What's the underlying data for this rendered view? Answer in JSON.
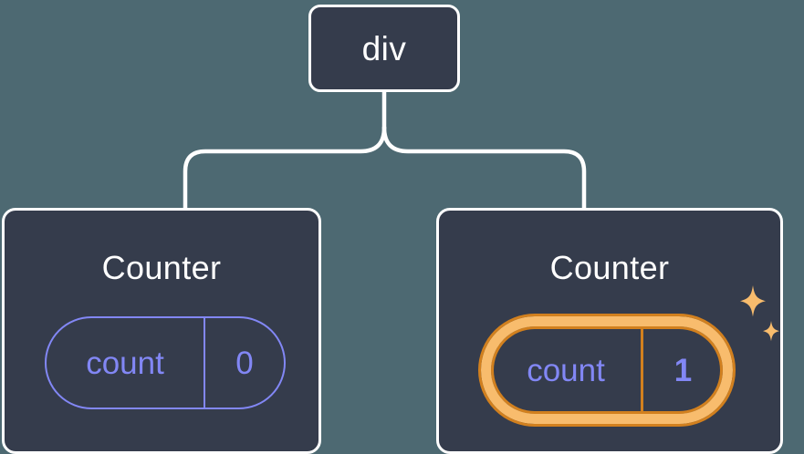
{
  "diagram": {
    "title": "react-component-tree-state-update",
    "background_color": "#4d6972",
    "node_fill_color": "#353c4c",
    "node_border_color": "#ffffff",
    "accent_state_color": "#8287f5",
    "highlight_color": "#f8bc6d",
    "highlight_outline_color": "#d2801e",
    "connector_color": "#ffffff"
  },
  "root": {
    "label": "div"
  },
  "components": [
    {
      "id": "counter-left",
      "title": "Counter",
      "state": {
        "key": "count",
        "value": "0"
      },
      "highlighted": false,
      "sparkle": false
    },
    {
      "id": "counter-right",
      "title": "Counter",
      "state": {
        "key": "count",
        "value": "1"
      },
      "highlighted": true,
      "sparkle": true
    }
  ],
  "icons": {
    "sparkle_large": "sparkle-four-point-icon",
    "sparkle_small": "sparkle-four-point-small-icon"
  }
}
